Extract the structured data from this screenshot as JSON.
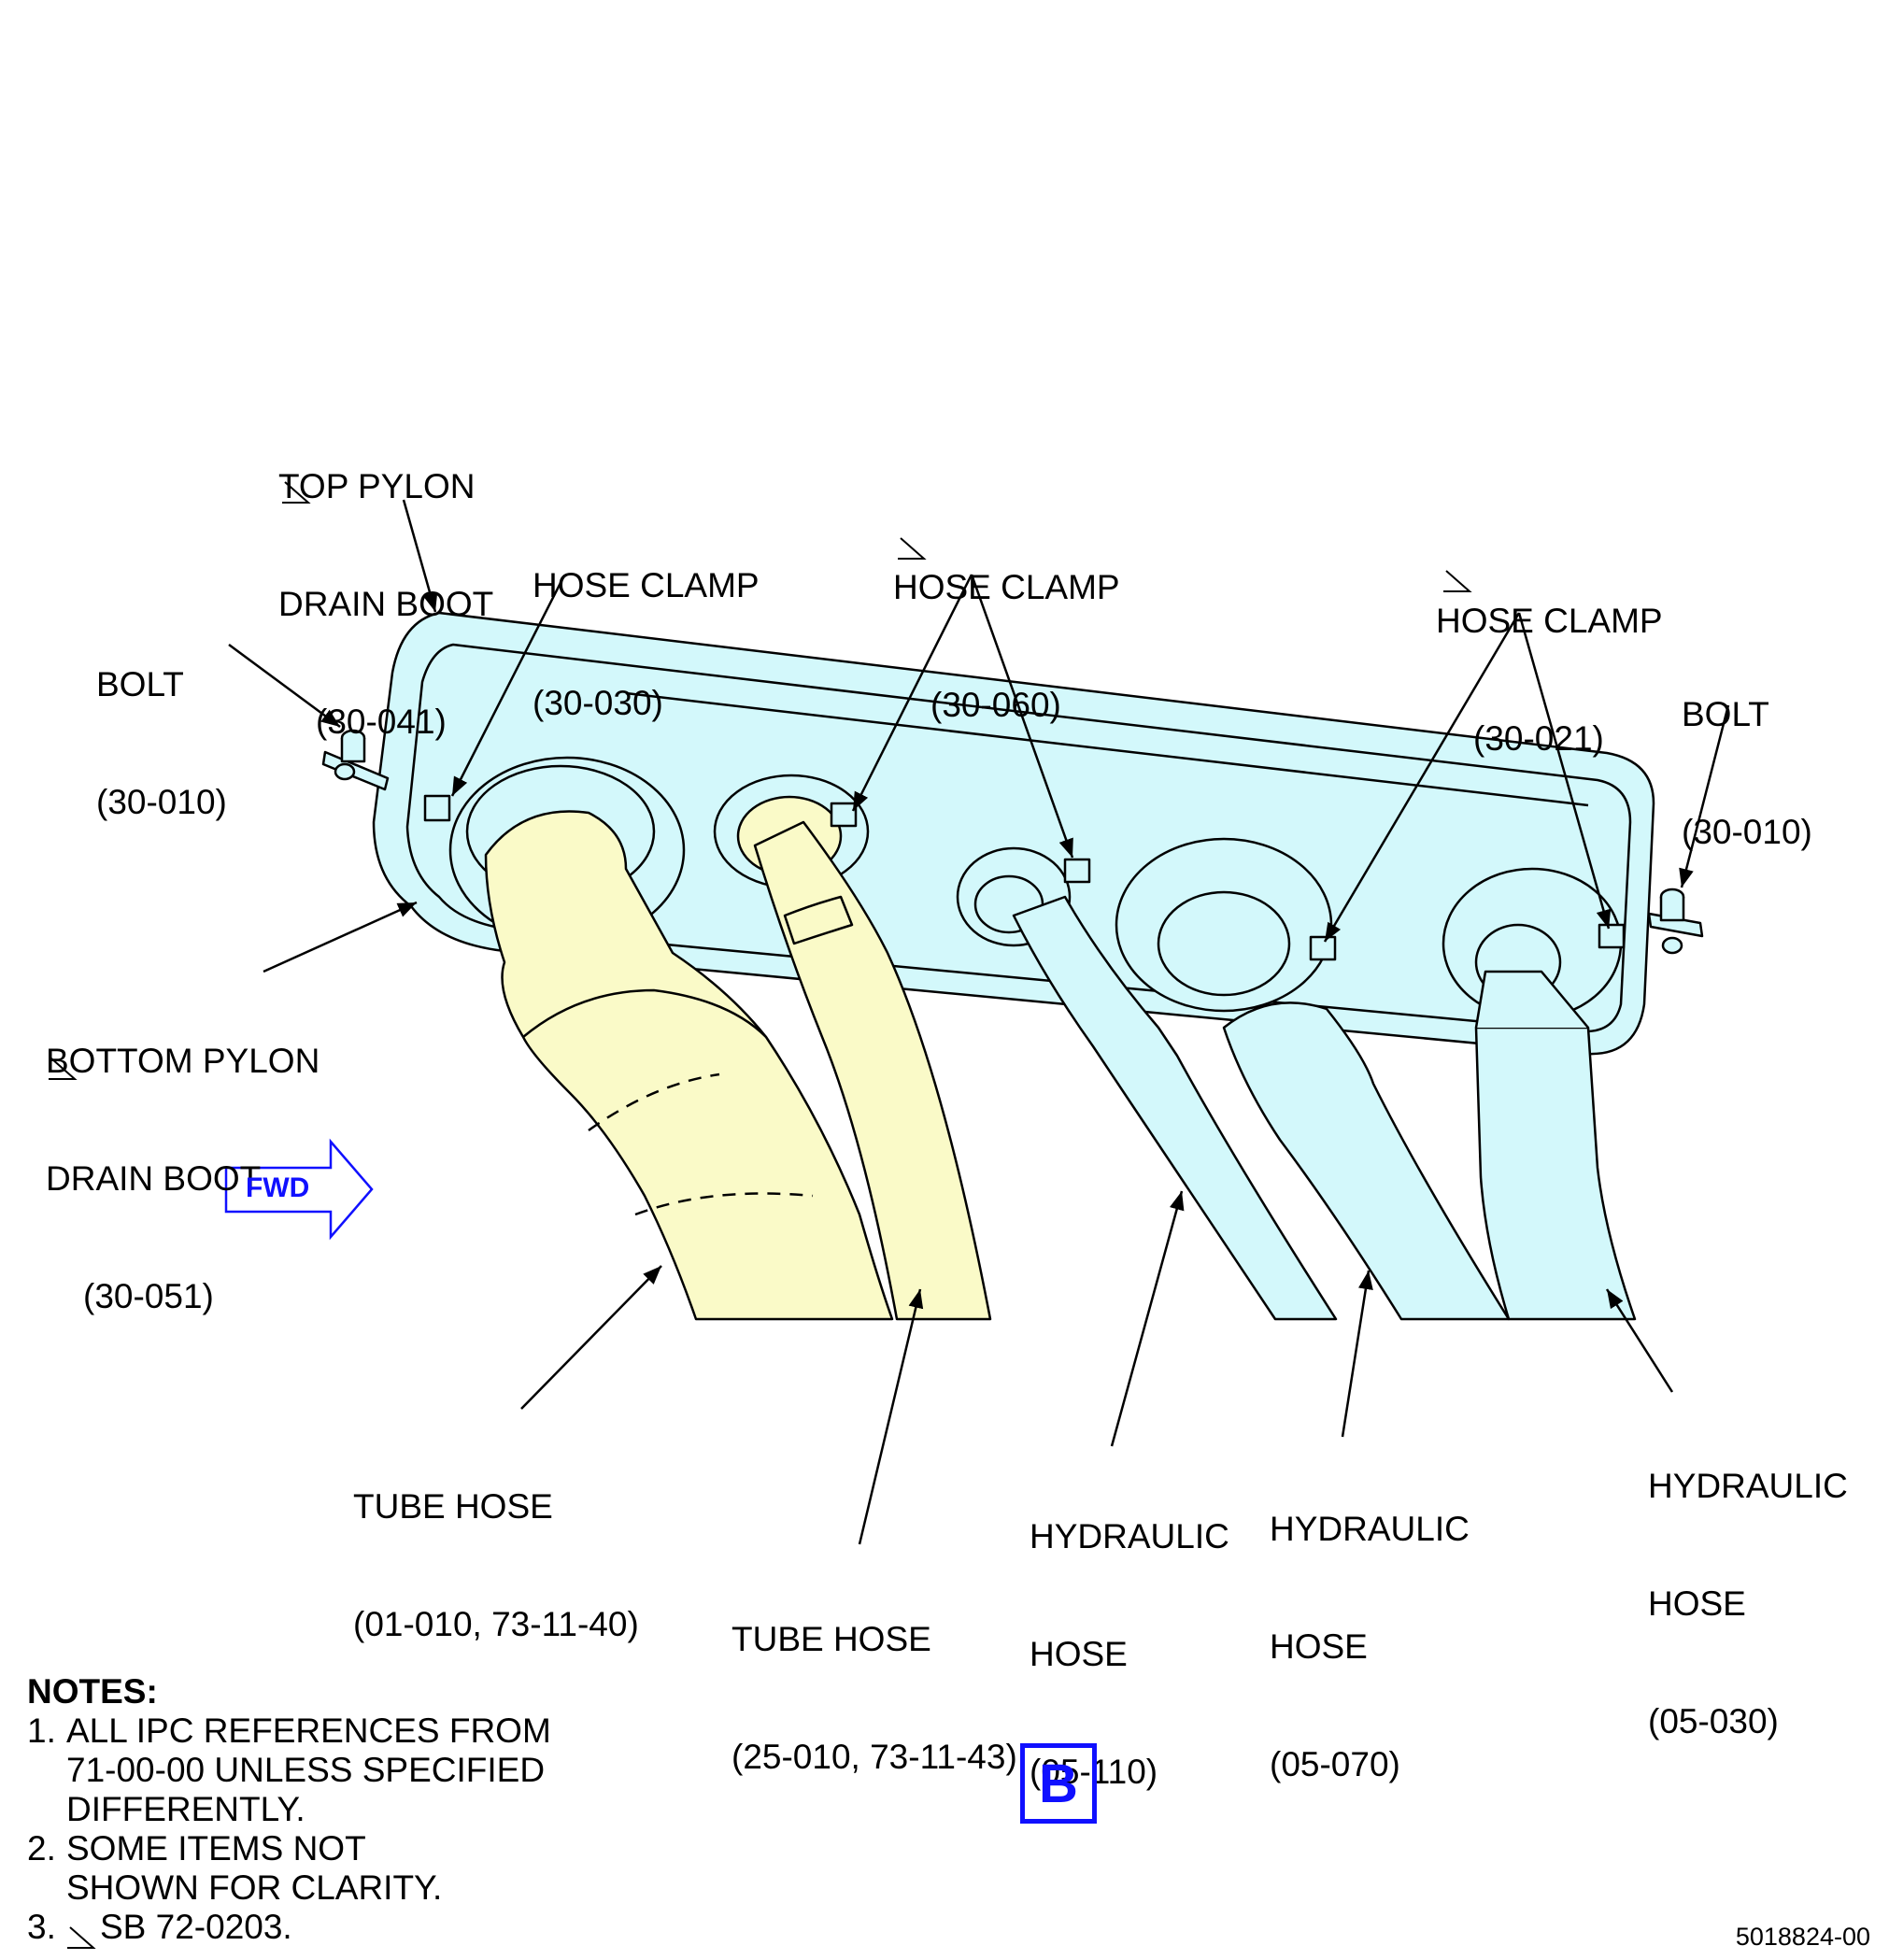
{
  "labels": {
    "top_pylon": {
      "line1": "TOP PYLON",
      "line2": "DRAIN BOOT",
      "line3": "(30-041)"
    },
    "hose_clamp_030": {
      "line1": "HOSE CLAMP",
      "line2": "(30-030)"
    },
    "hose_clamp_060": {
      "line1": "HOSE CLAMP",
      "line2": "(30-060)"
    },
    "hose_clamp_021": {
      "line1": "HOSE CLAMP",
      "line2": "(30-021)"
    },
    "bolt_left": {
      "line1": "BOLT",
      "line2": "(30-010)"
    },
    "bolt_right": {
      "line1": "BOLT",
      "line2": "(30-010)"
    },
    "bottom_pylon": {
      "line1": "BOTTOM PYLON",
      "line2": "DRAIN BOOT",
      "line3": "(30-051)"
    },
    "tube_hose_01": {
      "line1": "TUBE HOSE",
      "line2": "(01-010, 73-11-40)"
    },
    "tube_hose_25": {
      "line1": "TUBE HOSE",
      "line2": "(25-010, 73-11-43)"
    },
    "hyd_110": {
      "line1": "HYDRAULIC",
      "line2": "HOSE",
      "line3": "(05-110)"
    },
    "hyd_070": {
      "line1": "HYDRAULIC",
      "line2": "HOSE",
      "line3": "(05-070)"
    },
    "hyd_030": {
      "line1": "HYDRAULIC",
      "line2": "HOSE",
      "line3": "(05-030)"
    }
  },
  "fwd_label": "FWD",
  "view_label": "B",
  "notes": {
    "title": "NOTES:",
    "items": [
      {
        "num": "1.",
        "text": "ALL IPC REFERENCES FROM\n71-00-00 UNLESS SPECIFIED\nDIFFERENTLY."
      },
      {
        "num": "2.",
        "text": "SOME ITEMS NOT\nSHOWN FOR CLARITY."
      },
      {
        "num": "3.",
        "text": "SB 72-0203."
      }
    ]
  },
  "doc_number": "5018824-00",
  "colors": {
    "cyan": "#d3f8fb",
    "tan": "#fafac8",
    "blue": "#1010ff",
    "line": "#000000"
  }
}
